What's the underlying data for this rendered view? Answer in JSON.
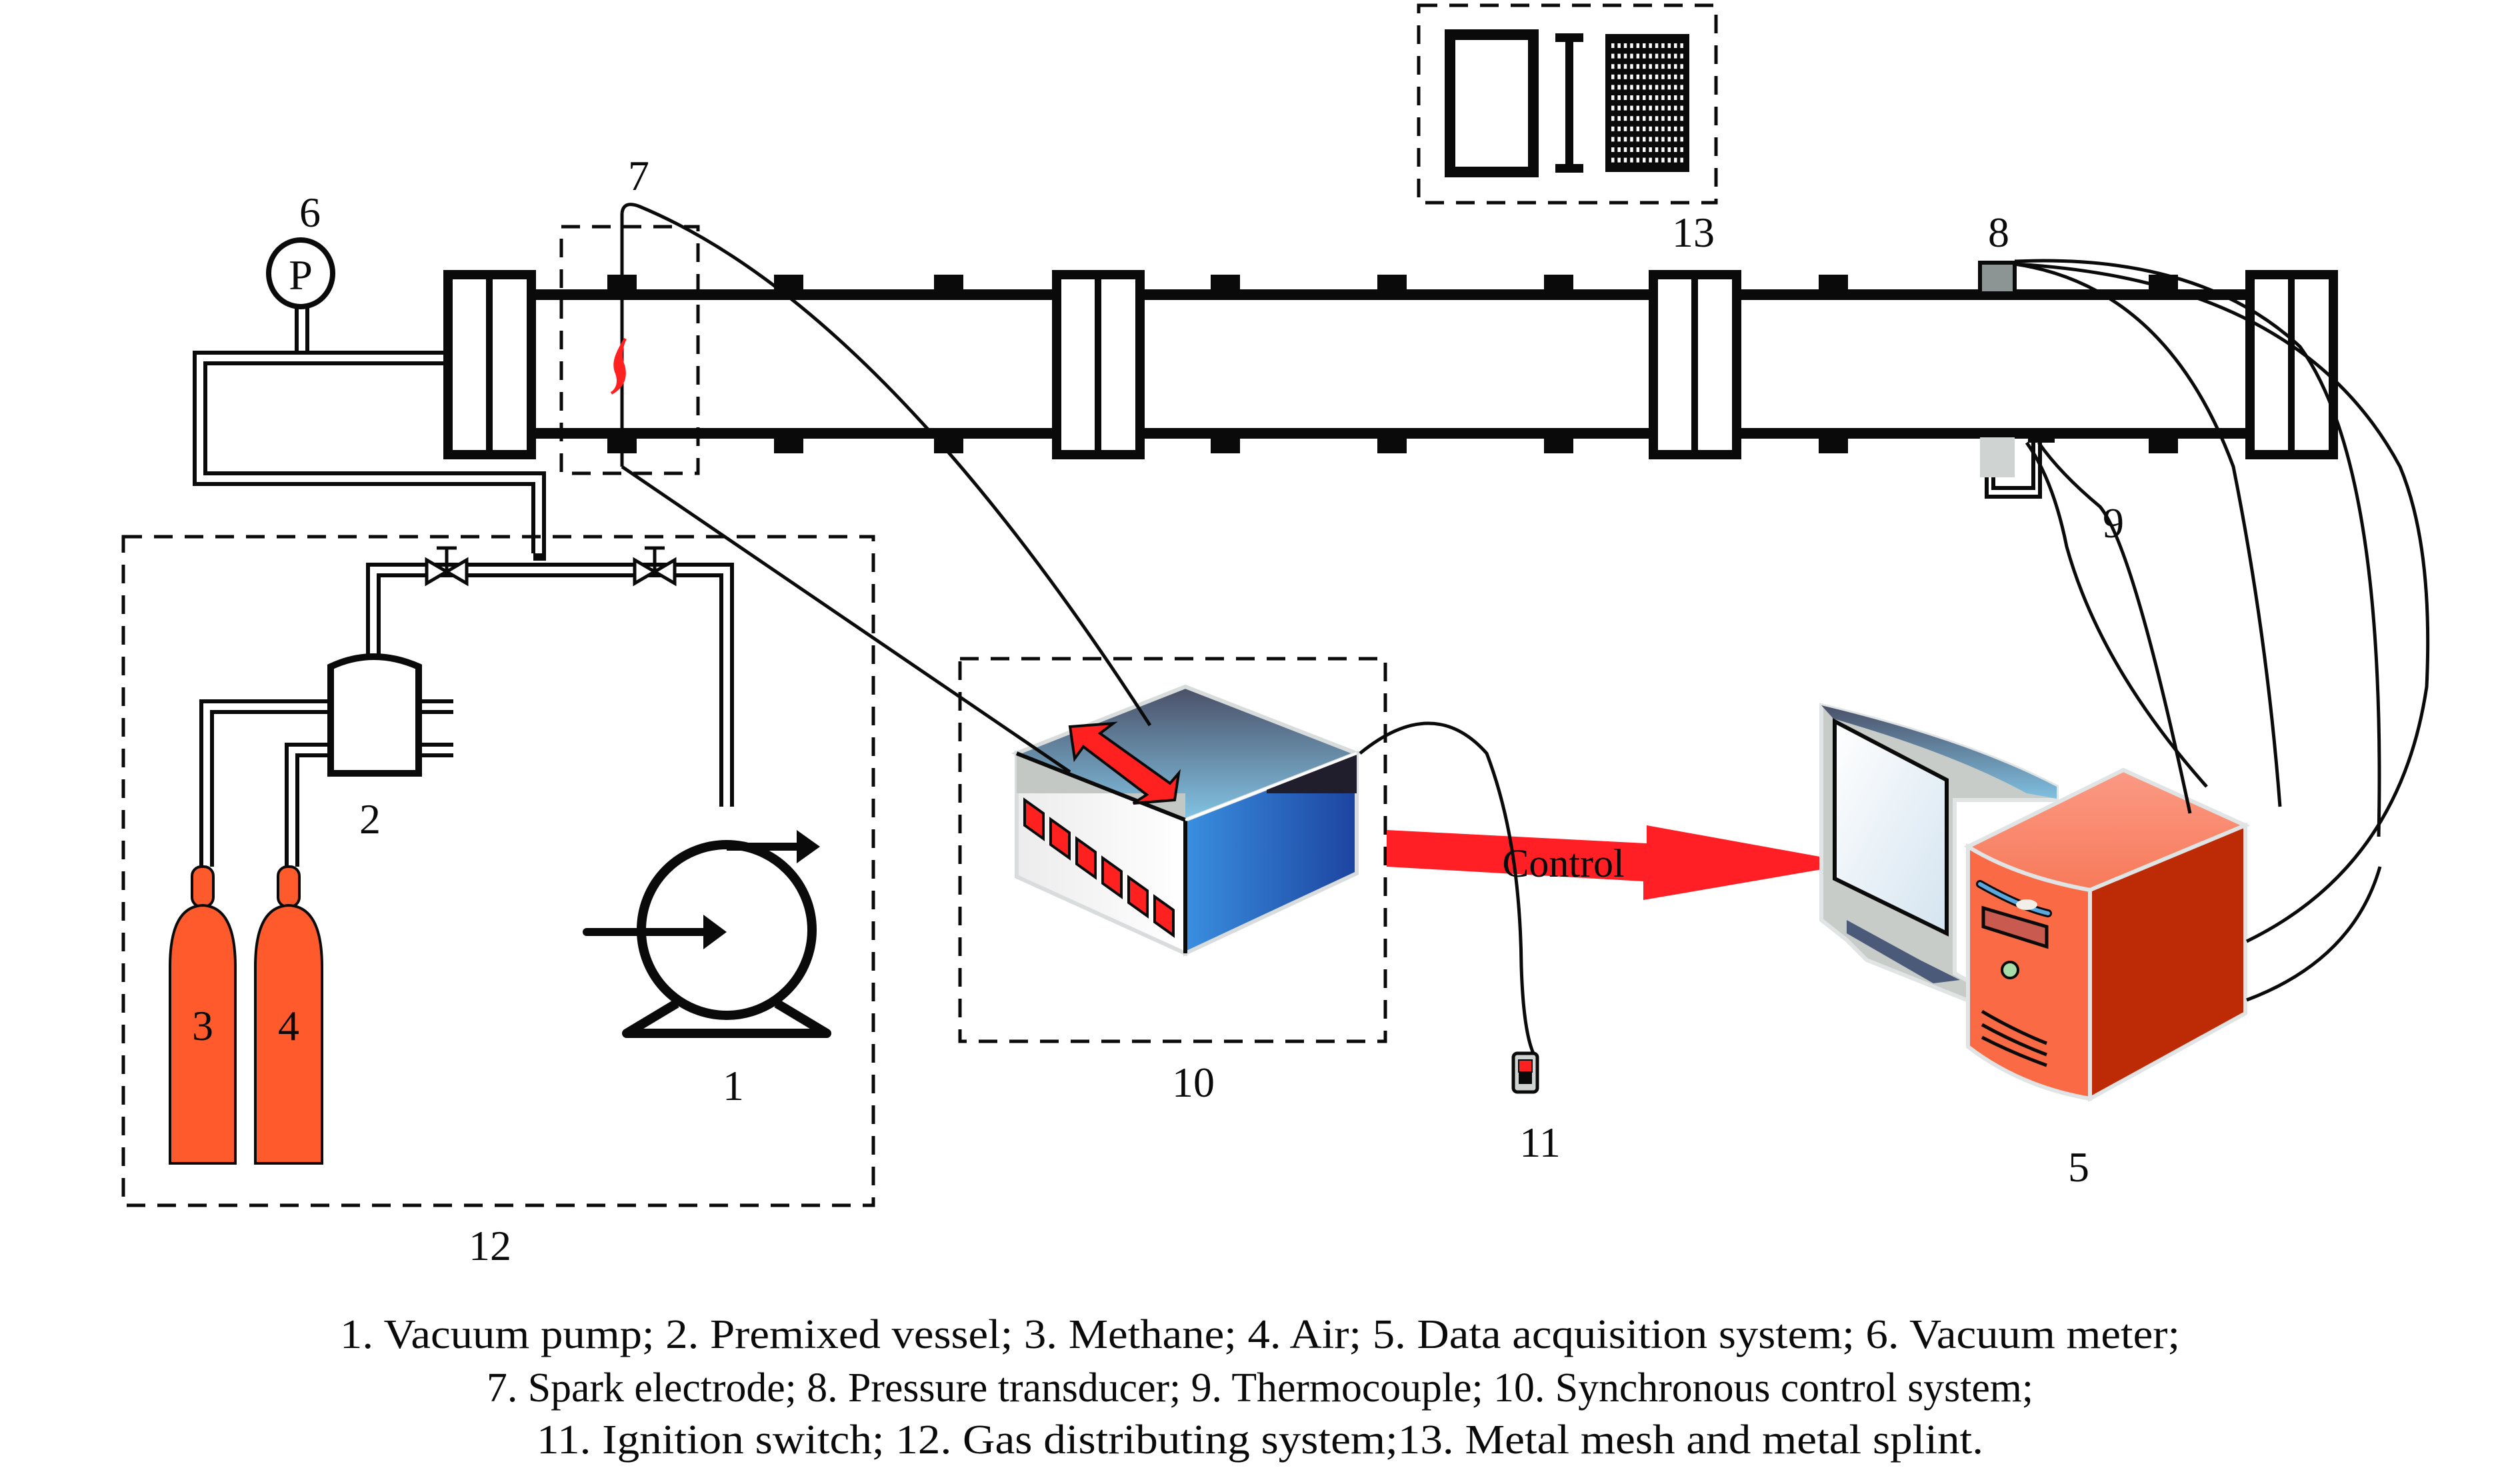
{
  "figure": {
    "component_labels": {
      "vacuum_pump": "1",
      "premixed_vessel": "2",
      "methane_cylinder": "3",
      "air_cylinder": "4",
      "data_acquisition": "5",
      "vacuum_meter": "6",
      "spark_electrode": "7",
      "pressure_transducer": "8",
      "thermocouple": "9",
      "sync_control": "10",
      "ignition_switch": "11",
      "gas_distributing": "12",
      "metal_mesh_splint": "13"
    },
    "gauge_symbol": "P",
    "control_arrow_label": "Control",
    "colors": {
      "cylinder": "#ff5a2b",
      "flame": "#ff2020",
      "control_arrow": "#ff1f24",
      "tower_front": "#f96a45",
      "tower_side": "#bd2a06",
      "pressure_transducer": "#8c9494",
      "thermo_housing": "#cfd4d2"
    },
    "caption": [
      "1. Vacuum pump; 2. Premixed vessel; 3. Methane; 4. Air; 5. Data acquisition system; 6. Vacuum meter;",
      "7. Spark electrode; 8. Pressure transducer; 9. Thermocouple; 10. Synchronous control system;",
      "11. Ignition switch; 12. Gas distributing system;13. Metal mesh and metal splint."
    ]
  }
}
